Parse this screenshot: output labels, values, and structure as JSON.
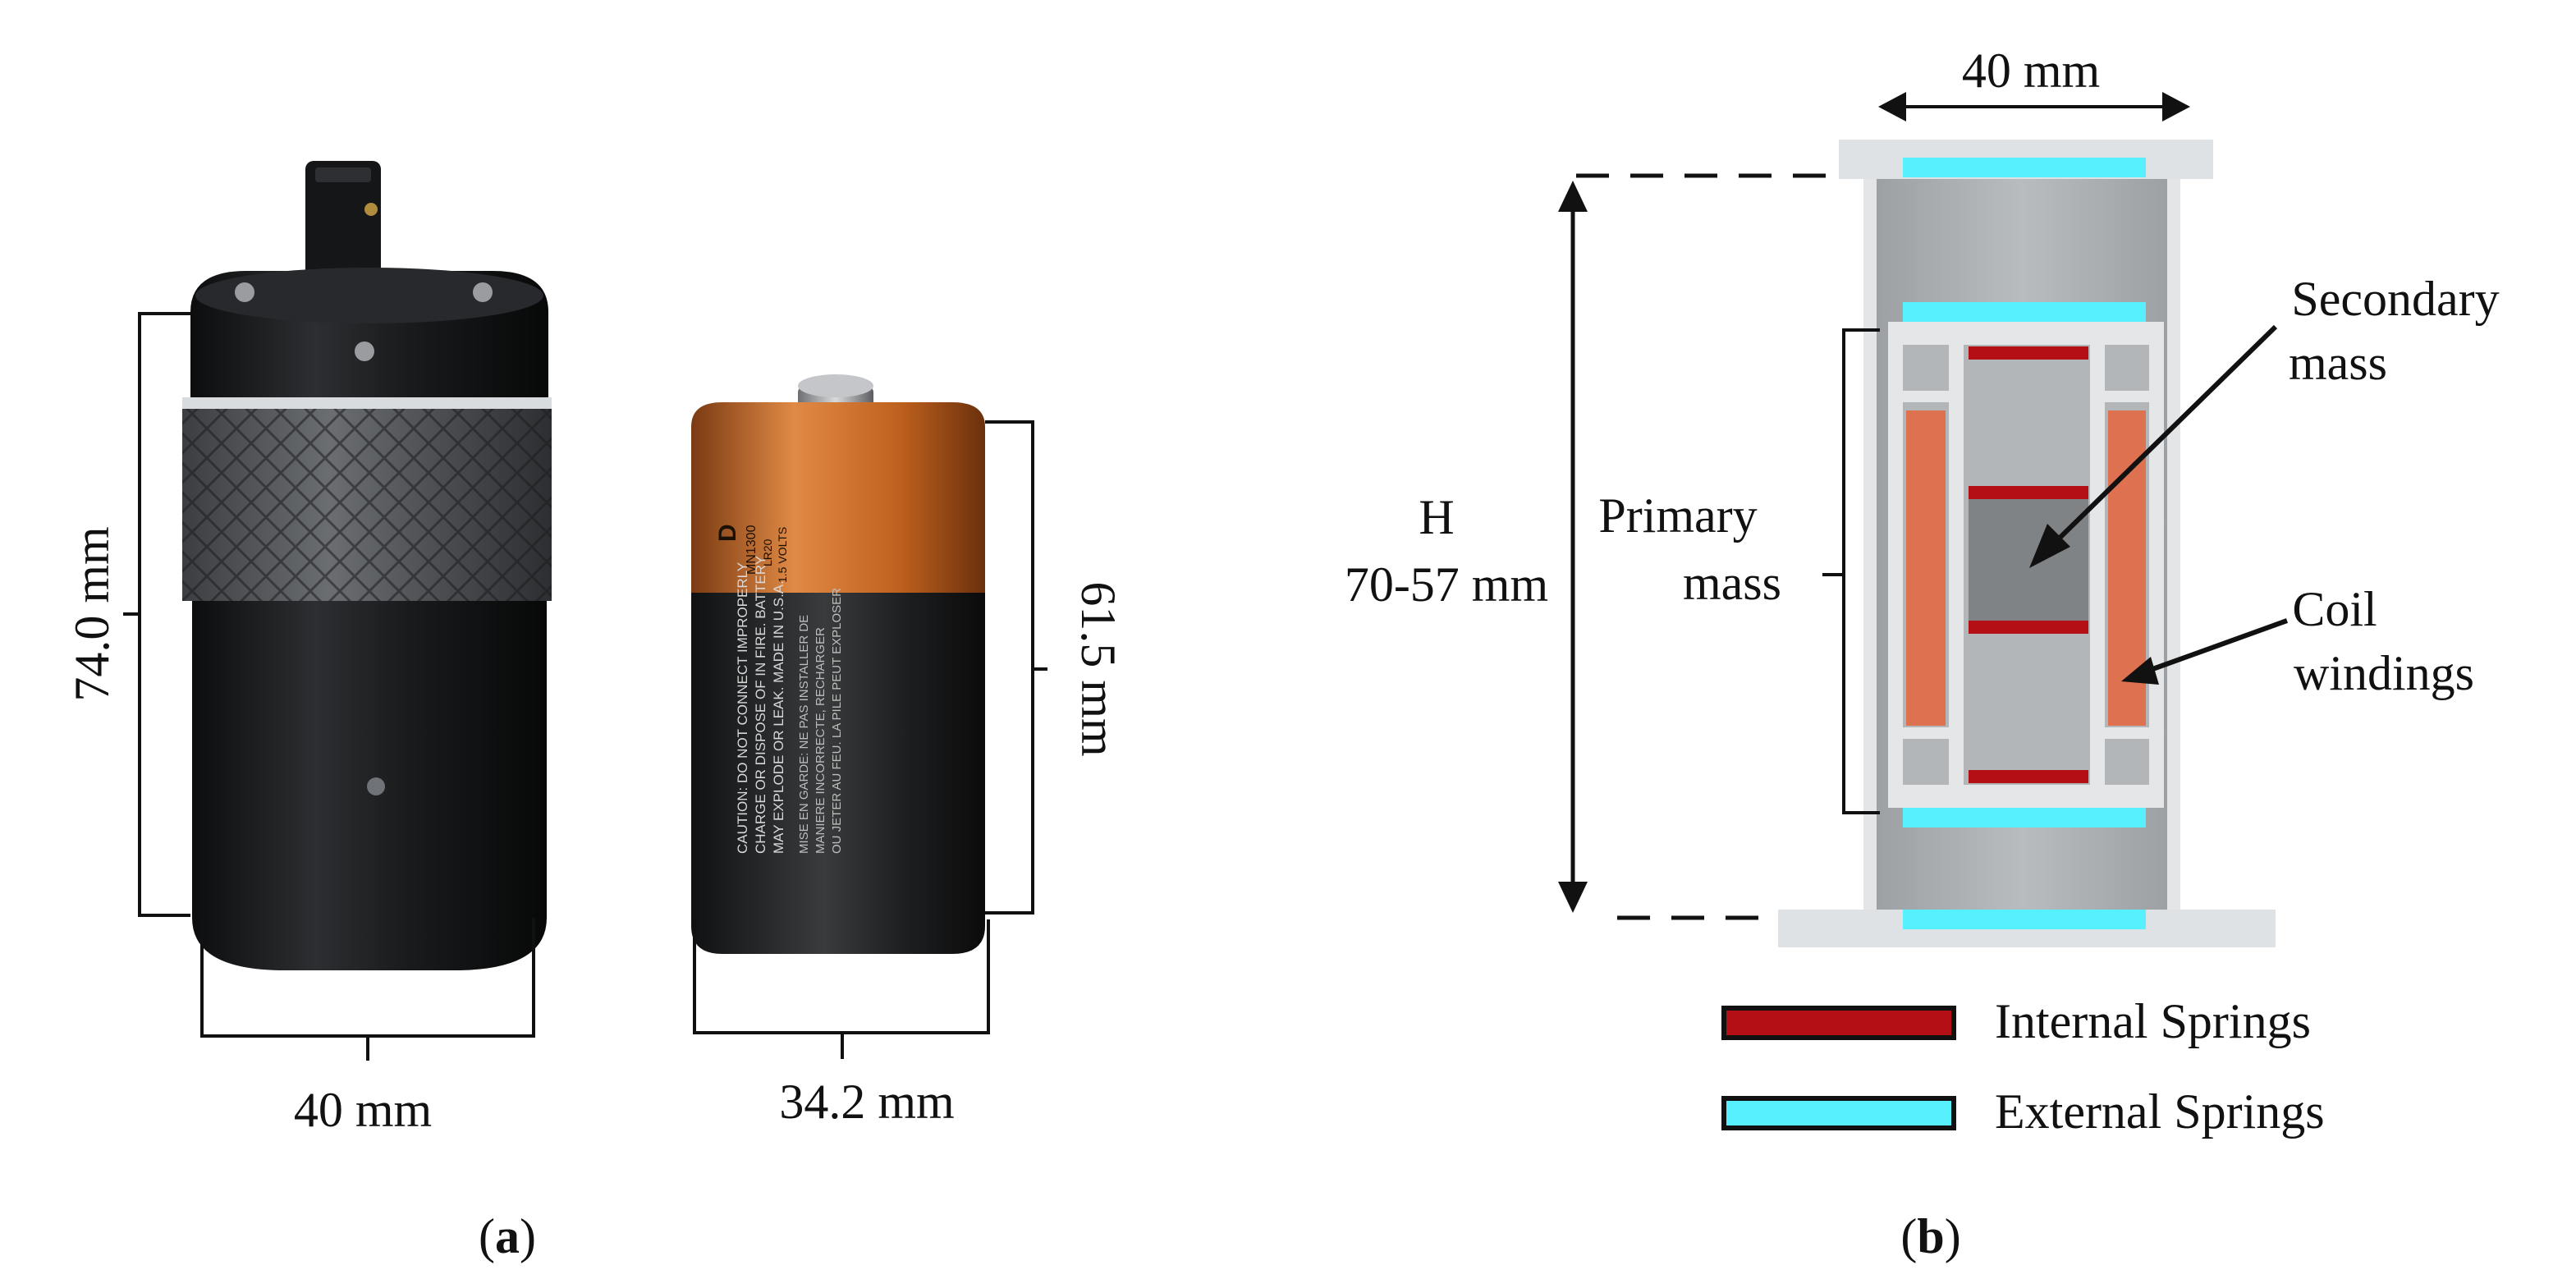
{
  "panel_a": {
    "caption_open": "(",
    "caption_letter": "a",
    "caption_close": ")",
    "device_height": "74.0 mm",
    "device_width": "40 mm",
    "battery_height": "61.5 mm",
    "battery_width": "34.2 mm",
    "battery_label": {
      "size": "D",
      "model": "MN1300",
      "iec": "LR20",
      "volts": "1.5 VOLTS",
      "caution": "CAUTION: DO NOT CONNECT IMPROPERLY",
      "charge": "CHARGE OR DISPOSE OF IN FIRE. BATTERY",
      "leak": "MAY EXPLODE OR LEAK.     MADE IN U.S.A.",
      "fr1": "MISE EN GARDE: NE PAS INSTALLER DE",
      "fr2": "MANIERE INCORRECTE, RECHARGER",
      "fr3": "OU JETER AU FEU. LA PILE PEUT EXPLOSER"
    }
  },
  "panel_b": {
    "caption_open": "(",
    "caption_letter": "b",
    "caption_close": ")",
    "top_width": "40 mm",
    "height_symbol": "H",
    "height_range": "70-57 mm",
    "primary_mass_line1": "Primary",
    "primary_mass_line2": "mass",
    "secondary_mass_line1": "Secondary",
    "secondary_mass_line2": "mass",
    "coil_line1": "Coil",
    "coil_line2": "windings",
    "legend": [
      {
        "label": "Internal Springs",
        "color": "#b40f14"
      },
      {
        "label": "External Springs",
        "color": "#57f0ff"
      }
    ]
  },
  "colors": {
    "housing_gray": "#a9adb0",
    "frame_light": "#dfe2e4",
    "coil_orange": "#dd7150",
    "secondary_mass_gray": "#808386",
    "internal_spring_red": "#b40f14",
    "external_spring_cyan": "#57f0ff",
    "battery_copper": "#c96c2c",
    "device_black": "#1e1f21"
  }
}
